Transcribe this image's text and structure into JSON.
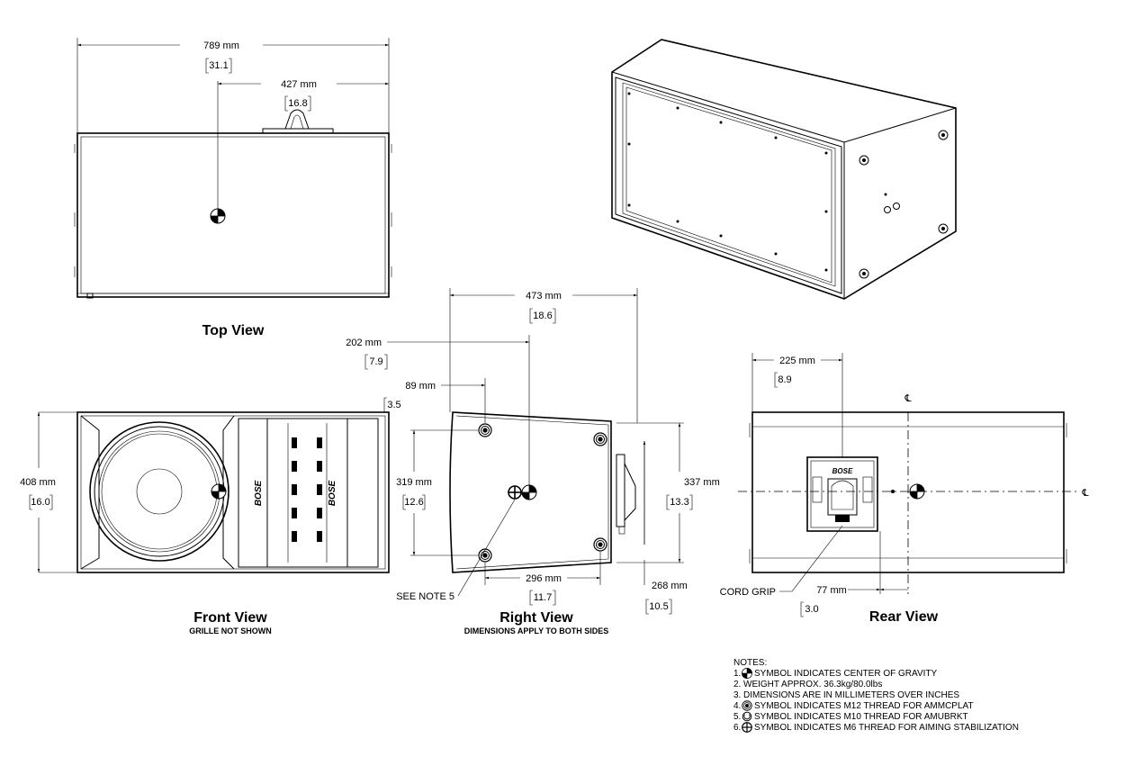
{
  "views": {
    "top": {
      "title": "Top View"
    },
    "front": {
      "title": "Front View",
      "subtitle": "GRILLE NOT SHOWN"
    },
    "right": {
      "title": "Right View",
      "subtitle": "DIMENSIONS APPLY TO BOTH SIDES"
    },
    "rear": {
      "title": "Rear View"
    }
  },
  "dimensions": {
    "top_width": {
      "mm": "789 mm",
      "in": "31.1"
    },
    "top_cg": {
      "mm": "427 mm",
      "in": "16.8"
    },
    "front_height": {
      "mm": "408 mm",
      "in": "16.0"
    },
    "right_depth": {
      "mm": "473 mm",
      "in": "18.6"
    },
    "right_cg": {
      "mm": "202 mm",
      "in": "7.9"
    },
    "right_m12": {
      "mm": "89 mm",
      "in": "3.5"
    },
    "right_m12_spacing": {
      "mm": "319 mm",
      "in": "12.6"
    },
    "right_bottom": {
      "mm": "296 mm",
      "in": "11.7"
    },
    "right_rear_height": {
      "mm": "337 mm",
      "in": "13.3"
    },
    "right_cordgrip": {
      "mm": "268 mm",
      "in": "10.5"
    },
    "rear_panel": {
      "mm": "225 mm",
      "in": "8.9"
    },
    "rear_cg": {
      "mm": "77 mm",
      "in": "3.0"
    }
  },
  "labels": {
    "see_note": "SEE NOTE 5",
    "cord_grip": "CORD GRIP",
    "centerline": "℄"
  },
  "notes": {
    "heading": "NOTES:",
    "items": [
      {
        "num": "1.",
        "symbol": "cg",
        "text": "SYMBOL INDICATES CENTER OF GRAVITY"
      },
      {
        "num": "2.",
        "symbol": "",
        "text": "WEIGHT APPROX. 36.3kg/80.0lbs"
      },
      {
        "num": "3.",
        "symbol": "",
        "text": "DIMENSIONS ARE IN MILLIMETERS OVER INCHES"
      },
      {
        "num": "4.",
        "symbol": "m12",
        "text": "SYMBOL INDICATES M12 THREAD FOR AMMCPLAT"
      },
      {
        "num": "5.",
        "symbol": "m10",
        "text": "SYMBOL INDICATES M10 THREAD FOR AMUBRKT"
      },
      {
        "num": "6.",
        "symbol": "m6",
        "text": "SYMBOL INDICATES M6 THREAD FOR AIMING STABILIZATION"
      }
    ]
  },
  "brand": "BOSE",
  "icons": {
    "cg": "center-of-gravity-icon",
    "m12": "m12-thread-icon",
    "m10": "m10-thread-icon",
    "m6": "m6-thread-icon"
  }
}
